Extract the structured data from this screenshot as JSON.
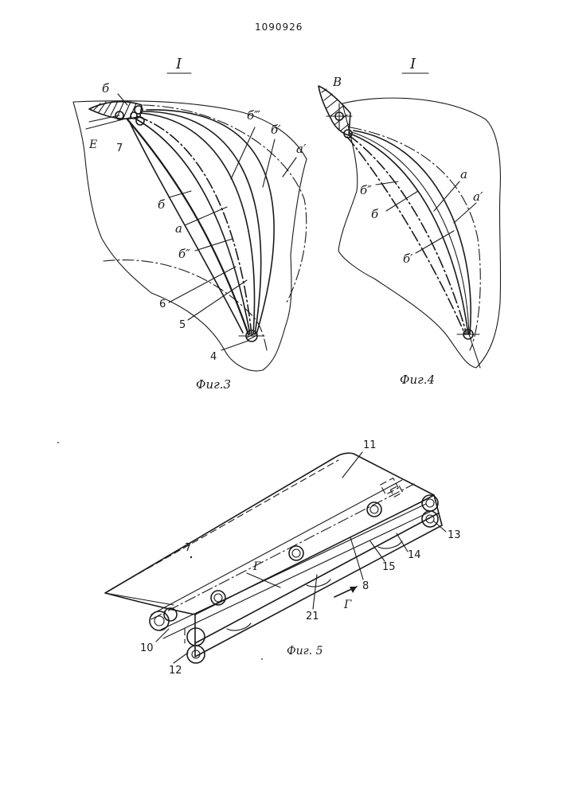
{
  "header": {
    "patent_number": "1090926"
  },
  "fig3": {
    "section_mark": "I",
    "caption": "Фиг.3",
    "labels": {
      "b_top": "б",
      "E": "Е",
      "n7": "7",
      "b_triple": "б‴",
      "b_prime": "б′",
      "a_prime": "а′",
      "b": "б",
      "a": "а",
      "b_double": "б″",
      "n6": "6",
      "n5": "5",
      "n4": "4"
    }
  },
  "fig4": {
    "section_mark": "I",
    "caption": "Фиг.4",
    "labels": {
      "V": "В",
      "b_double": "б″",
      "b": "б",
      "a": "а",
      "a_prime": "а′",
      "b_prime": "б′"
    }
  },
  "fig5": {
    "caption": "Фиг. 5",
    "labels": {
      "n11": "11",
      "n7": "7",
      "n13": "13",
      "n14": "14",
      "n15": "15",
      "n8": "8",
      "G1": "Г",
      "G2": "Г",
      "n21": "21",
      "n10": "10",
      "n12": "12"
    }
  }
}
